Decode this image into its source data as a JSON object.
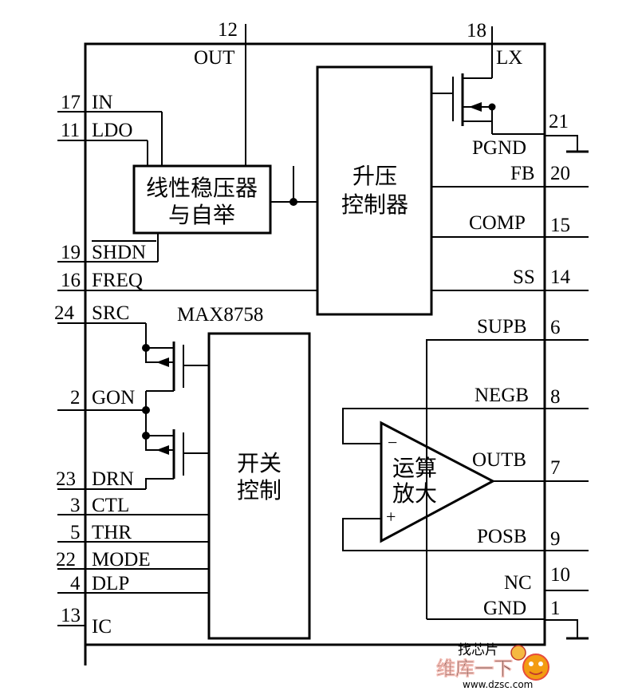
{
  "chip": {
    "name": "MAX8758"
  },
  "pins": {
    "out": {
      "num": "12",
      "label": "OUT"
    },
    "lx": {
      "num": "18",
      "label": "LX"
    },
    "in": {
      "num": "17",
      "label": "IN"
    },
    "ldo": {
      "num": "11",
      "label": "LDO"
    },
    "pgnd": {
      "num": "21",
      "label": "PGND"
    },
    "fb": {
      "num": "20",
      "label": "FB"
    },
    "comp": {
      "num": "15",
      "label": "COMP"
    },
    "shdn": {
      "num": "19",
      "label": "SHDN"
    },
    "freq": {
      "num": "16",
      "label": "FREQ"
    },
    "ss": {
      "num": "14",
      "label": "SS"
    },
    "src": {
      "num": "24",
      "label": "SRC"
    },
    "supb": {
      "num": "6",
      "label": "SUPB"
    },
    "gon": {
      "num": "2",
      "label": "GON"
    },
    "negb": {
      "num": "8",
      "label": "NEGB"
    },
    "outb": {
      "num": "7",
      "label": "OUTB"
    },
    "drn": {
      "num": "23",
      "label": "DRN"
    },
    "ctl": {
      "num": "3",
      "label": "CTL"
    },
    "thr": {
      "num": "5",
      "label": "THR"
    },
    "posb": {
      "num": "9",
      "label": "POSB"
    },
    "mode": {
      "num": "22",
      "label": "MODE"
    },
    "dlp": {
      "num": "4",
      "label": "DLP"
    },
    "nc": {
      "num": "10",
      "label": "NC"
    },
    "gnd": {
      "num": "1",
      "label": "GND"
    },
    "ic": {
      "num": "13",
      "label": "IC"
    }
  },
  "blocks": {
    "ldo_line1": "线性稳压器",
    "ldo_line2": "与自举",
    "boost_line1": "升压",
    "boost_line2": "控制器",
    "switch_line1": "开关",
    "switch_line2": "控制",
    "opamp_line1": "运算",
    "opamp_line2": "放大",
    "opamp_minus": "−",
    "opamp_plus": "+"
  },
  "watermark": {
    "top": "找芯片",
    "bottom": "维库一下",
    "url": "www.dzsc.com"
  }
}
